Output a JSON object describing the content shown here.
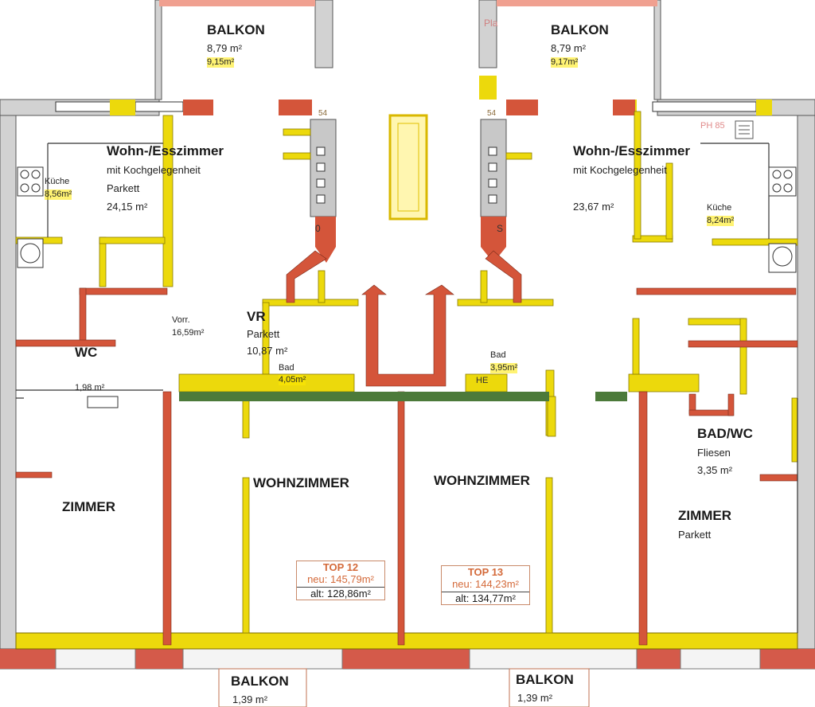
{
  "colors": {
    "yellow_wall": "#ecd90c",
    "red_wall": "#d4553a",
    "green_wall": "#4c7a3a",
    "gray_wall": "#c8c8c8",
    "text": "#1a1a1a",
    "top_label": "#d46a3a"
  },
  "rooms": {
    "balkon_top_left": {
      "name": "BALKON",
      "area1": "8,79 m²",
      "area2": "9,15m²"
    },
    "balkon_top_right": {
      "name": "BALKON",
      "area1": "8,79 m²",
      "area2": "9,17m²"
    },
    "wohn_left": {
      "name": "Wohn-/Esszimmer",
      "sub": "mit Kochgelegenheit",
      "floor": "Parkett",
      "area": "24,15 m²"
    },
    "wohn_right": {
      "name": "Wohn-/Esszimmer",
      "sub": "mit Kochgelegenheit",
      "area": "23,67 m²"
    },
    "kueche_left": {
      "name": "Küche",
      "area": "8,56m²"
    },
    "kueche_right": {
      "name": "Küche",
      "area": "8,24m²"
    },
    "vorr": {
      "name": "Vorr.",
      "area": "16,59m²"
    },
    "vr": {
      "name": "VR",
      "floor": "Parkett",
      "area": "10,87 m²"
    },
    "bad_left": {
      "name": "Bad",
      "area": "4,05m²"
    },
    "bad_right": {
      "name": "Bad",
      "area": "3,95m²"
    },
    "wc": {
      "name": "WC",
      "area": "1,98 m²"
    },
    "badwc": {
      "name": "BAD/WC",
      "floor": "Fliesen",
      "area": "3,35 m²"
    },
    "zimmer_left": {
      "name": "ZIMMER"
    },
    "zimmer_right": {
      "name": "ZIMMER",
      "floor": "Parkett"
    },
    "wohnzimmer_left": {
      "name": "WOHNZIMMER"
    },
    "wohnzimmer_right": {
      "name": "WOHNZIMMER"
    },
    "balkon_bottom_left": {
      "name": "BALKON",
      "area": "1,39 m²"
    },
    "balkon_bottom_right": {
      "name": "BALKON",
      "area": "1,39 m²"
    }
  },
  "units": {
    "top12": {
      "title": "TOP 12",
      "neu": "neu: 145,79m²",
      "alt": "alt: 128,86m²"
    },
    "top13": {
      "title": "TOP 13",
      "neu": "neu: 144,23m²",
      "alt": "alt: 134,77m²"
    }
  },
  "markers": {
    "dim_left": "54",
    "dim_right": "54",
    "shaft_left": "0",
    "shaft_right": "S",
    "ph": "PH 85",
    "he": "HE",
    "pl": "Pla"
  }
}
